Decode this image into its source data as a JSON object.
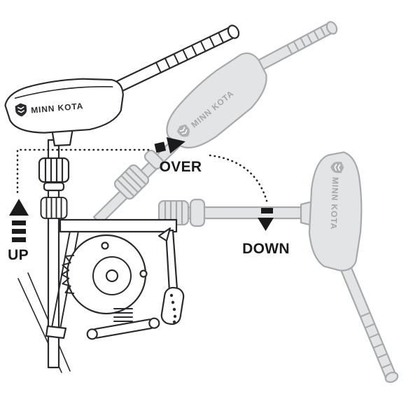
{
  "diagram": {
    "brand": "MINN KOTA",
    "labels": {
      "up": "UP",
      "over": "OVER",
      "down": "DOWN"
    },
    "colors": {
      "ink": "#2a2a2e",
      "arrow": "#1b1b1e",
      "ghost_line": "#a7a9ac",
      "ghost_fill": "#e3e4e5",
      "background": "#ffffff"
    }
  }
}
